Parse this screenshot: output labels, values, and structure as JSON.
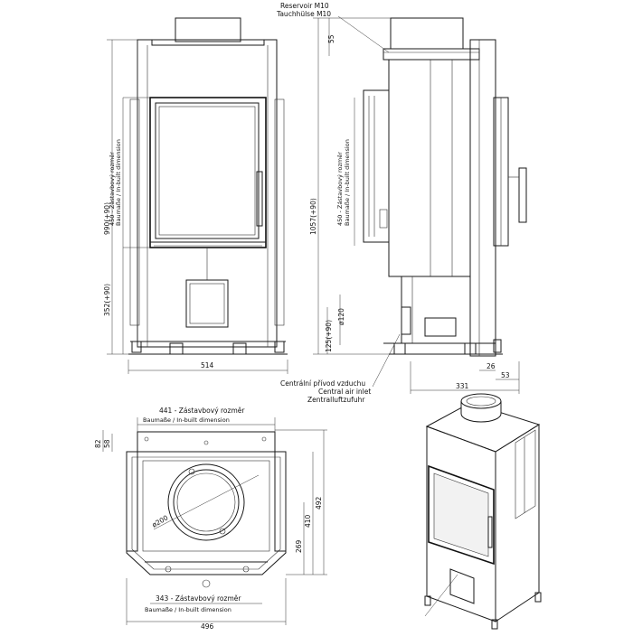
{
  "front_view": {
    "dim_total_height": "990(+90)",
    "dim_lower_height": "352(+90)",
    "dim_opening_v1": "450 - Zástavbový rozměr",
    "dim_opening_v2": "Baumaße / In-built dimension",
    "dim_width": "514"
  },
  "side_view": {
    "reservoir_label": "Reservoir M10",
    "tauchhulse_label": "Tauchhülse M10",
    "dim_top": "55",
    "dim_total_height": "1057(+90)",
    "dim_opening_v1": "450 - Zástavbový rozměr",
    "dim_opening_v2": "Baumaße / In-built dimension",
    "dim_inlet_diameter": "ø120",
    "dim_inlet_height": "125(+90)",
    "air_inlet_cz": "Centrální přívod vzduchu",
    "air_inlet_en": "Central air inlet",
    "air_inlet_de": "Zentralluftzufuhr",
    "dim_26": "26",
    "dim_53": "53",
    "dim_depth": "331"
  },
  "top_view": {
    "dim_top_width_1": "441 - Zástavbový rozměr",
    "dim_top_width_2": "Baumaße / In-built dimension",
    "dim_82": "82",
    "dim_58": "58",
    "dim_flue_diameter": "ø200",
    "dim_269": "269",
    "dim_410": "410",
    "dim_492": "492",
    "dim_bottom_width_1": "343 - Zástavbový rozměr",
    "dim_bottom_width_2": "Baumaße / In-built dimension",
    "dim_total_width": "496"
  },
  "colors": {
    "line": "#1a1a1a",
    "glass": "#f2f2f2",
    "background": "#ffffff"
  }
}
